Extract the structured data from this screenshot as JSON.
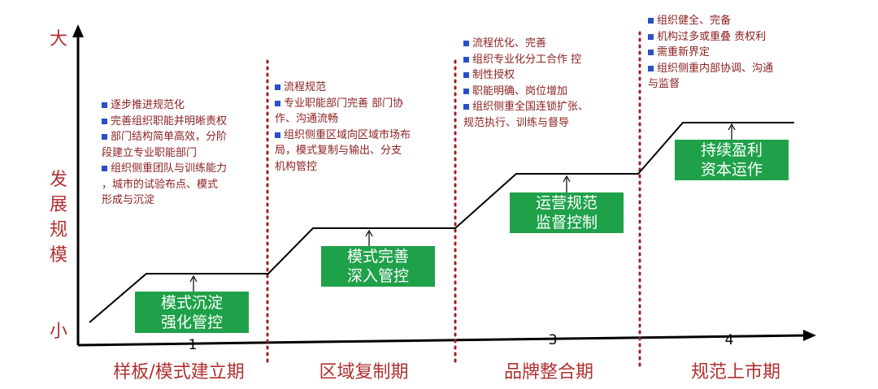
{
  "y_axis": {
    "top": "大",
    "middle": [
      "发",
      "展",
      "规",
      "模"
    ],
    "bottom": "小"
  },
  "colors": {
    "axis_label": "#b03030",
    "bullet_text": "#8b1e1e",
    "bullet_marker": "#2b4fc8",
    "box": "#1fa14a",
    "divider": "#9b2226"
  },
  "stages": [
    {
      "number": "1",
      "label": "样板/模式建立期",
      "box_lines": [
        "模式沉淀",
        "强化管控"
      ],
      "bullets": [
        {
          "marker": true,
          "text": "逐步推进规范化"
        },
        {
          "marker": true,
          "text": "完善组织职能并明晰责权"
        },
        {
          "marker": true,
          "text": "部门结构简单高效，分阶"
        },
        {
          "marker": false,
          "text": "段建立专业职能部门"
        },
        {
          "marker": true,
          "text": "组织侧重团队与训练能力"
        },
        {
          "marker": false,
          "text": "，城市的试验布点、模式"
        },
        {
          "marker": false,
          "text": "形成与沉淀"
        }
      ]
    },
    {
      "number": "",
      "label": "区域复制期",
      "box_lines": [
        "模式完善",
        "深入管控"
      ],
      "bullets": [
        {
          "marker": true,
          "text": "流程规范"
        },
        {
          "marker": true,
          "text": "专业职能部门完善  部门协"
        },
        {
          "marker": false,
          "text": "作、沟通流畅"
        },
        {
          "marker": true,
          "text": "组织侧重区域向区域市场布"
        },
        {
          "marker": false,
          "text": "局，模式复制与输出、分支"
        },
        {
          "marker": false,
          "text": "机构管控"
        }
      ]
    },
    {
      "number": "3",
      "label": "品牌整合期",
      "box_lines": [
        "运营规范",
        "监督控制"
      ],
      "bullets": [
        {
          "marker": true,
          "text": "流程优化、完善"
        },
        {
          "marker": true,
          "text": "组织专业化分工合作  控"
        },
        {
          "marker": true,
          "text": "制性授权"
        },
        {
          "marker": true,
          "text": "职能明确、岗位增加"
        },
        {
          "marker": true,
          "text": "组织侧重全国连锁扩张、"
        },
        {
          "marker": false,
          "text": "规范执行、训练与督导"
        }
      ]
    },
    {
      "number": "4",
      "label": "规范上市期",
      "box_lines": [
        "持续盈利",
        "资本运作"
      ],
      "bullets": [
        {
          "marker": true,
          "text": "组织健全、完备"
        },
        {
          "marker": true,
          "text": "机构过多或重叠  责权利"
        },
        {
          "marker": true,
          "text": "需重新界定"
        },
        {
          "marker": true,
          "text": "组织侧重内部协调、沟通"
        },
        {
          "marker": false,
          "text": "与监督"
        }
      ]
    }
  ]
}
